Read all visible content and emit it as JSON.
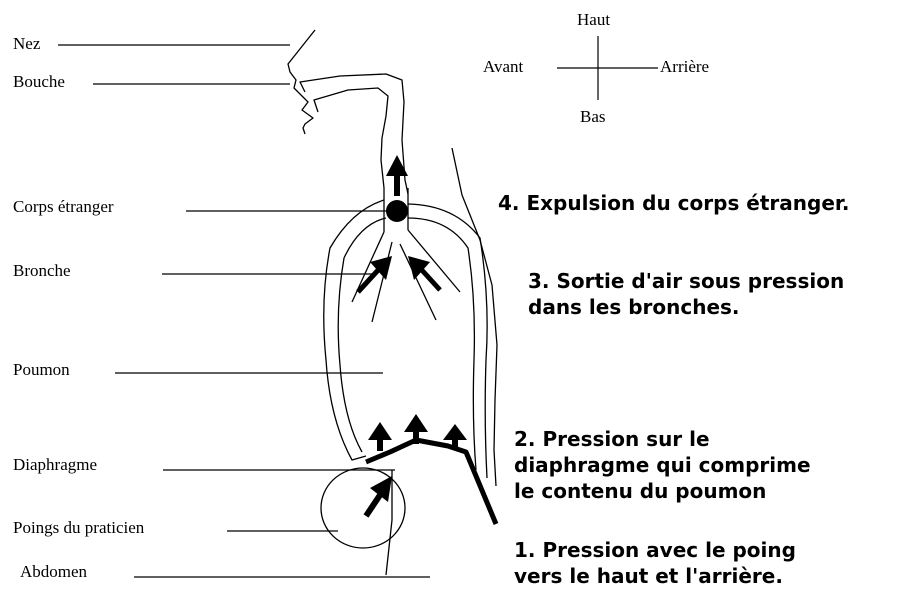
{
  "compass": {
    "top": "Haut",
    "left": "Avant",
    "right": "Arrière",
    "bottom": "Bas"
  },
  "labels": {
    "nez": "Nez",
    "bouche": "Bouche",
    "corps_etranger": "Corps étranger",
    "bronche": "Bronche",
    "poumon": "Poumon",
    "diaphragme": "Diaphragme",
    "poings": "Poings du praticien",
    "abdomen": "Abdomen"
  },
  "steps": {
    "step4": [
      "4. Expulsion du corps étranger."
    ],
    "step3": [
      "3. Sortie d'air sous pression",
      "dans les bronches."
    ],
    "step2": [
      "2. Pression sur le",
      "diaphragme qui comprime",
      "le contenu du poumon"
    ],
    "step1": [
      "1. Pression avec le poing",
      "vers le haut et l'arrière."
    ]
  }
}
